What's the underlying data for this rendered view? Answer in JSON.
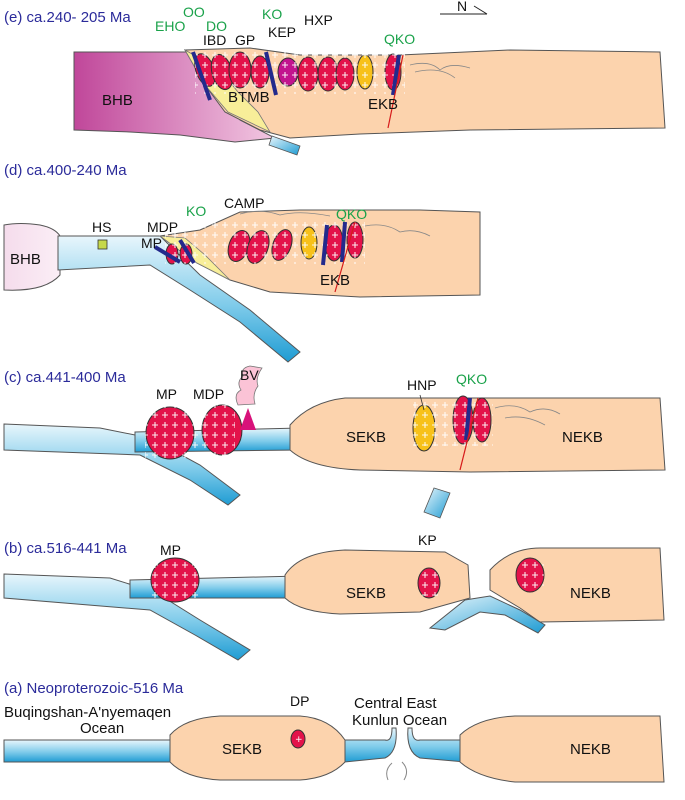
{
  "panels": {
    "e": {
      "title": "(e) ca.240- 205 Ma",
      "labels": {
        "eho": "EHO",
        "oo": "OO",
        "do": "DO",
        "ibd": "IBD",
        "gp": "GP",
        "ko": "KO",
        "kep": "KEP",
        "hxp": "HXP",
        "qko": "QKO",
        "bhb": "BHB",
        "btmb": "BTMB",
        "ekb": "EKB"
      },
      "north": "N"
    },
    "d": {
      "title": "(d) ca.400-240 Ma",
      "labels": {
        "hs": "HS",
        "mdp": "MDP",
        "mp": "MP",
        "ko": "KO",
        "camp": "CAMP",
        "qko": "QKO",
        "bhb": "BHB",
        "ekb": "EKB"
      }
    },
    "c": {
      "title": "(c) ca.441-400 Ma",
      "labels": {
        "mp": "MP",
        "mdp": "MDP",
        "bv": "BV",
        "hnp": "HNP",
        "qko": "QKO",
        "sekb": "SEKB",
        "nekb": "NEKB"
      }
    },
    "b": {
      "title": "(b) ca.516-441 Ma",
      "labels": {
        "mp": "MP",
        "kp": "KP",
        "sekb": "SEKB",
        "nekb": "NEKB"
      }
    },
    "a": {
      "title": "(a) Neoproterozoic-516 Ma",
      "labels": {
        "ocean1": "Buqingshan-A'nyemaqen",
        "ocean2": "Ocean",
        "dp": "DP",
        "central1": "Central East",
        "central2": "Kunlun Ocean",
        "sekb": "SEKB",
        "nekb": "NEKB"
      }
    }
  },
  "colors": {
    "crust": "#fcd3ad",
    "ocean": "#29a6d9",
    "pluton": "#e3124a",
    "yellow_pluton": "#f7c11a",
    "bhb": "#c0479a",
    "fault": "#232a8c",
    "title": "#2b2b9a",
    "green_label": "#1aa24a"
  }
}
